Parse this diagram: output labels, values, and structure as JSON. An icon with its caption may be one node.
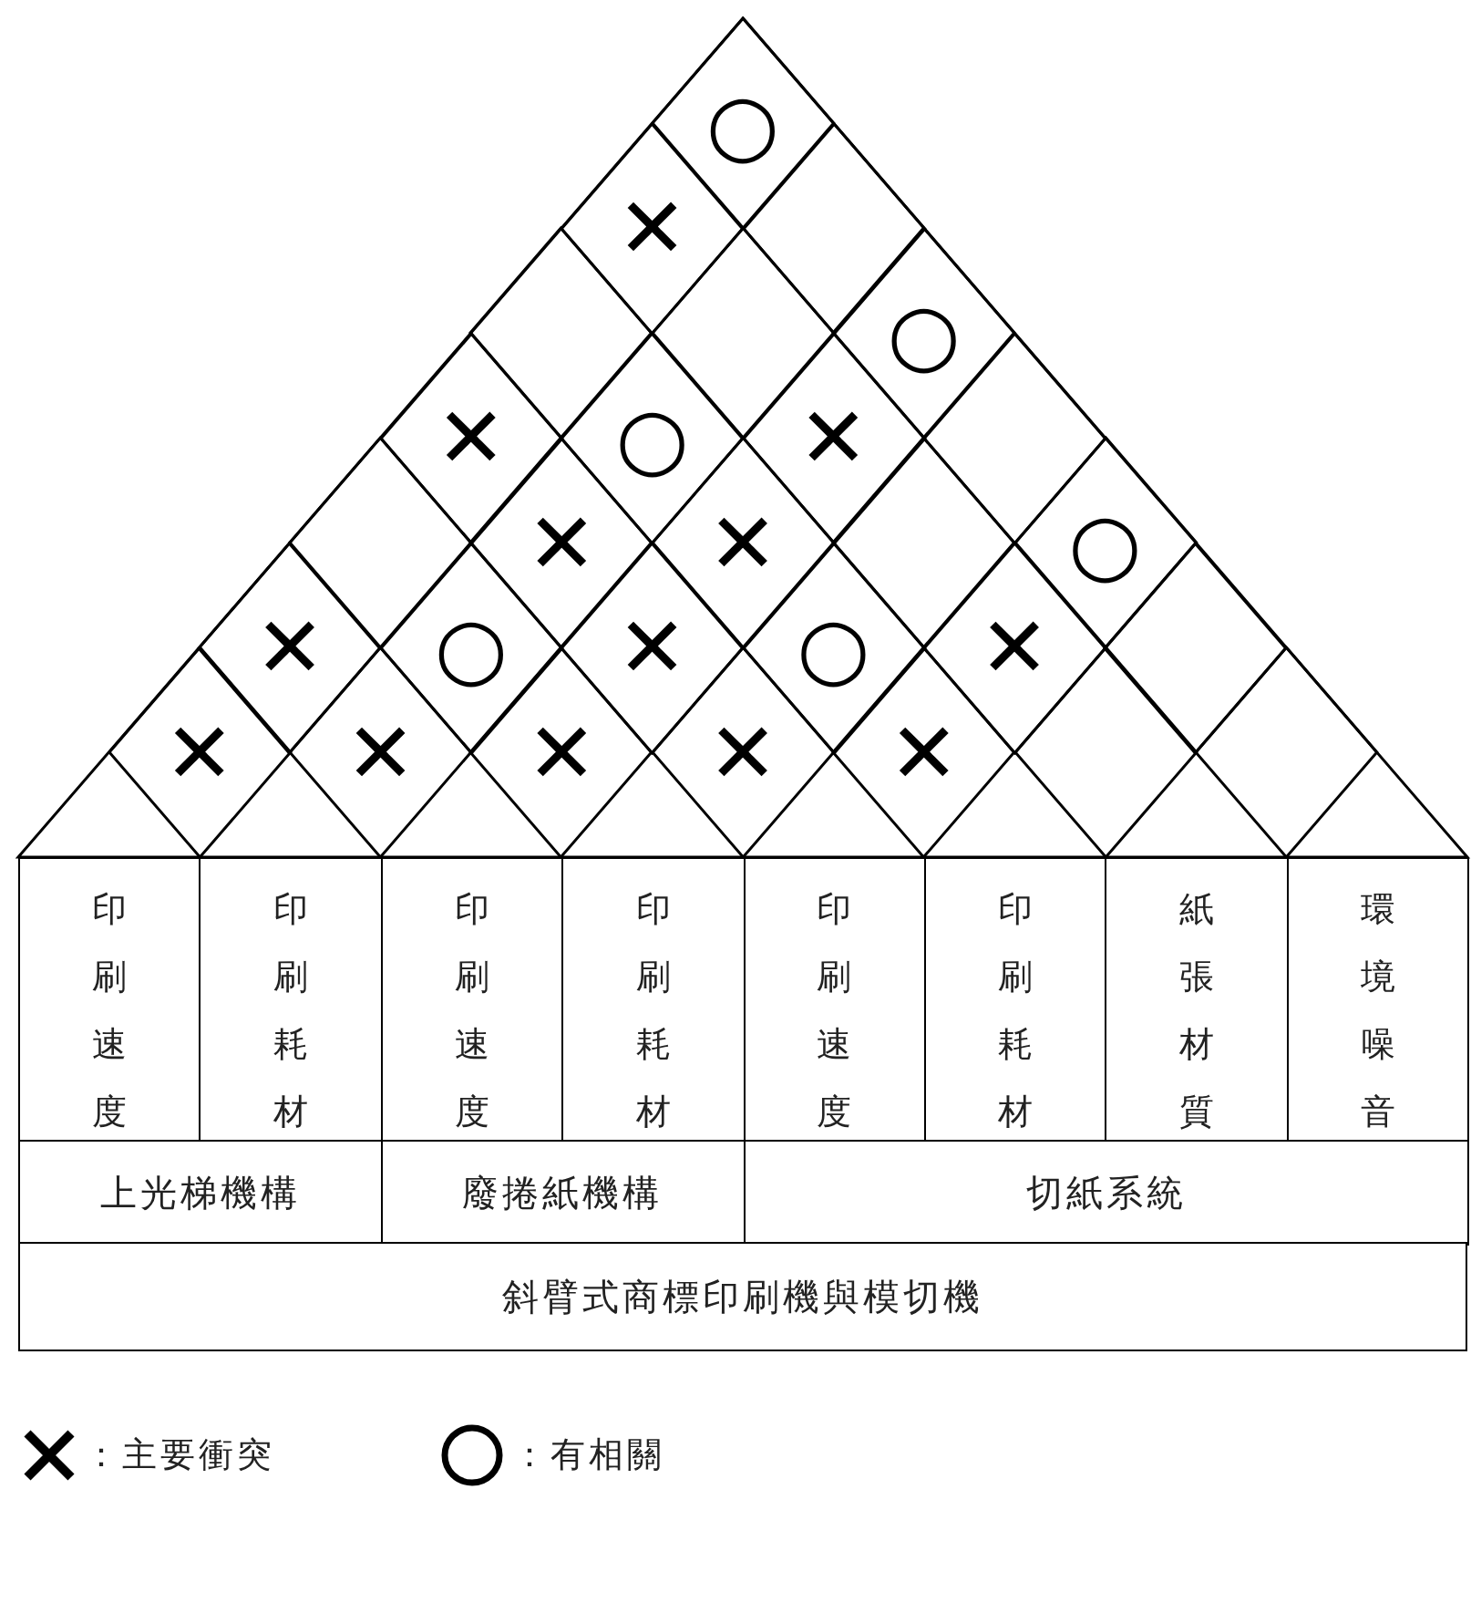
{
  "diagram": {
    "nodes": [
      {
        "text": [
          "○"
        ]
      },
      {
        "text": [
          "✕"
        ]
      },
      {
        "text": [],
        "shape": "diamond"
      },
      {
        "text": [],
        "shape": "diamond"
      },
      {
        "text": [],
        "shape": "diamond"
      },
      {
        "text": [
          "○"
        ]
      },
      {
        "text": [
          "✕"
        ]
      },
      {
        "text": [
          "○"
        ]
      },
      {
        "text": [
          "✕"
        ]
      },
      {
        "text": [],
        "shape": "diamond"
      },
      {
        "text": [],
        "shape": "diamond"
      },
      {
        "text": [
          "✕"
        ]
      },
      {
        "text": [
          "✕"
        ]
      },
      {
        "text": [],
        "shape": "diamond"
      },
      {
        "text": [
          "○"
        ]
      },
      {
        "text": [
          "✕"
        ]
      },
      {
        "text": [
          "○"
        ]
      },
      {
        "text": [
          "✕"
        ]
      },
      {
        "text": [
          "○"
        ]
      },
      {
        "text": [
          "✕"
        ]
      },
      {
        "text": [],
        "shape": "diamond"
      },
      {
        "text": [
          "✕"
        ]
      },
      {
        "text": [
          "✕"
        ]
      },
      {
        "text": [
          "✕"
        ]
      },
      {
        "text": [
          "✕"
        ]
      },
      {
        "text": [
          "✕"
        ]
      },
      {
        "text": [],
        "shape": "diamond"
      },
      {
        "text": [],
        "shape": "diamond"
      },
      {
        "text": [
          "印刷速度"
        ]
      },
      {
        "text": [
          "印刷耗材"
        ]
      },
      {
        "text": [
          "印刷速度"
        ]
      },
      {
        "text": [
          "印刷耗材"
        ]
      },
      {
        "text": [
          "印刷速度"
        ]
      },
      {
        "text": [
          "印刷耗材"
        ]
      },
      {
        "text": [
          "紙張材質"
        ]
      },
      {
        "text": [
          "環境噪音"
        ]
      },
      {
        "text": [
          "上光梯機構"
        ]
      },
      {
        "text": [
          "廢捲紙機構"
        ]
      },
      {
        "text": [
          "切紙系統"
        ]
      },
      {
        "text": [
          "斜臂式商標印刷機與模切機"
        ]
      }
    ],
    "edges": [],
    "legend": [
      {
        "text": "：主要衝突"
      },
      {
        "text": "：有相關"
      }
    ]
  }
}
